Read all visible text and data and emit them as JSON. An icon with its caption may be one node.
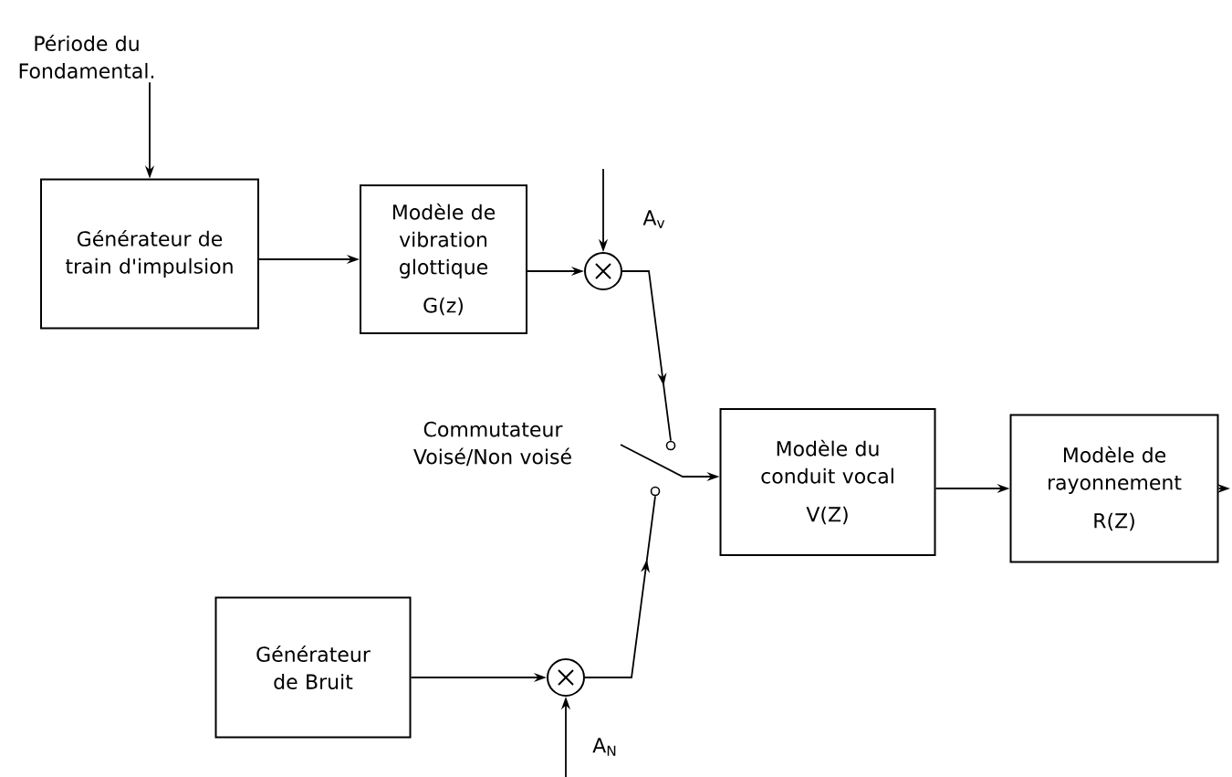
{
  "diagram": {
    "nodes": [
      {
        "text": [
          "Période du Fondamental."
        ]
      },
      {
        "text": [
          "Générateur de train d'impulsion"
        ]
      },
      {
        "text": [
          "Modèle de vibration glottique",
          "G(z)"
        ]
      },
      {
        "text": [],
        "shape": "circle",
        "beside": [
          "A$_{v}$"
        ]
      },
      {
        "text": [],
        "shape": "circle"
      },
      {
        "text": [
          "Modèle du conduit vocal",
          "V(Z)"
        ]
      },
      {
        "text": [
          "Modèle de rayonnement",
          "R(Z)"
        ]
      },
      {
        "text": [],
        "shape": "circle"
      },
      {
        "text": [
          "Générateur de Bruit"
        ]
      },
      {
        "text": [],
        "shape": "circle",
        "beside": [
          "A$_{N}$"
        ]
      }
    ],
    "edges": [
      {
        "from": 0,
        "to": 1,
        "arrow": "to"
      },
      {
        "from": 1,
        "to": 2,
        "arrow": "to"
      },
      {
        "from": 2,
        "to": 3,
        "arrow": "to"
      },
      {
        "from": null,
        "to": 3,
        "arrow": "to"
      },
      {
        "from": 3,
        "to": 4,
        "arrow": "to"
      },
      {
        "from": null,
        "to": 5,
        "arrow": "to"
      },
      {
        "from": 5,
        "to": 6,
        "arrow": "to"
      },
      {
        "from": 6,
        "to": null,
        "arrow": "to"
      },
      {
        "from": 8,
        "to": 9,
        "arrow": "to"
      },
      {
        "from": null,
        "to": 9,
        "arrow": "to"
      },
      {
        "from": 9,
        "to": 7,
        "arrow": "to"
      }
    ],
    "labels": [
      "Commutateur Voisé/Non voisé"
    ]
  }
}
